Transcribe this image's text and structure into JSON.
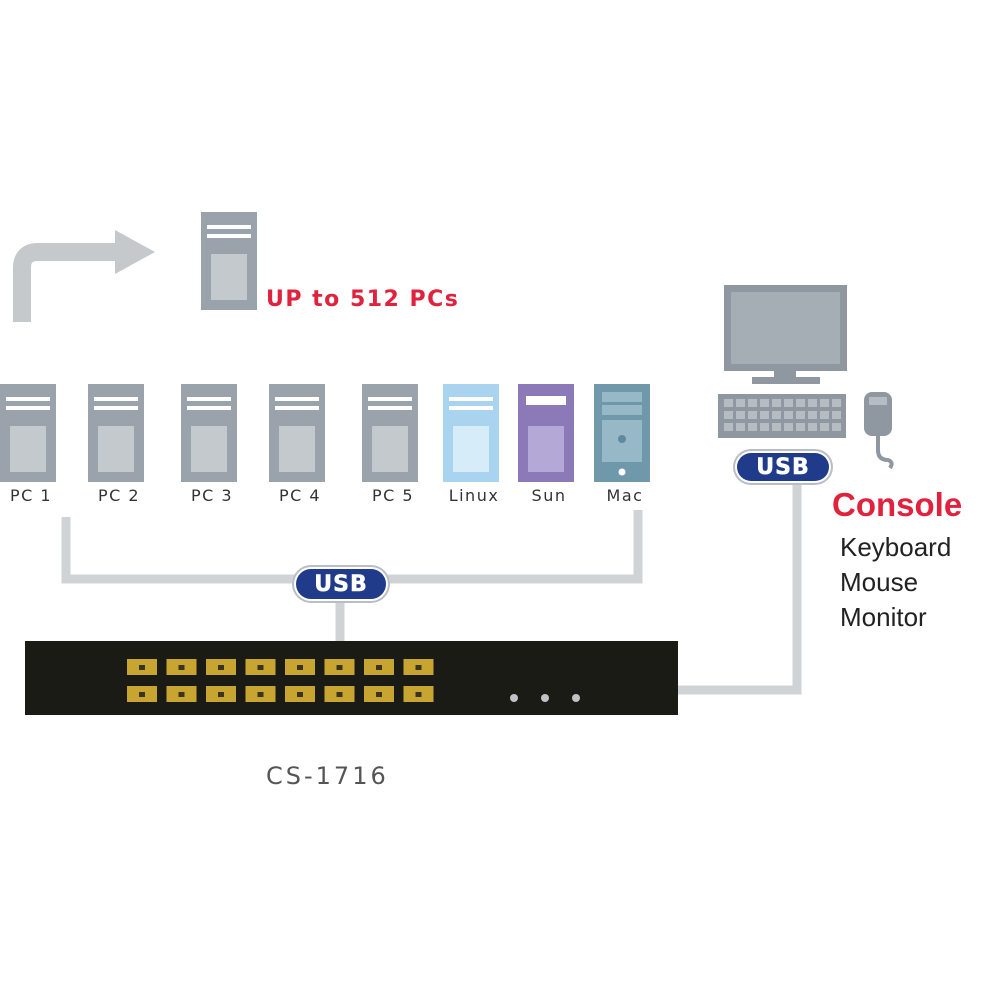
{
  "headline": "UP to 512 PCs",
  "computers": [
    {
      "label": "PC 1",
      "kind": "tower",
      "color": "#9aa3ab"
    },
    {
      "label": "PC 2",
      "kind": "tower",
      "color": "#9aa3ab"
    },
    {
      "label": "PC 3",
      "kind": "tower",
      "color": "#9aa3ab"
    },
    {
      "label": "PC 4",
      "kind": "tower",
      "color": "#9aa3ab"
    },
    {
      "label": "PC 5",
      "kind": "tower",
      "color": "#9aa3ab"
    },
    {
      "label": "Linux",
      "kind": "tower",
      "color": "#a9d3ee"
    },
    {
      "label": "Sun",
      "kind": "sun",
      "color": "#8b79b8"
    },
    {
      "label": "Mac",
      "kind": "mac",
      "color": "#6f98ab"
    }
  ],
  "usb_label": "USB",
  "console": {
    "title": "Console",
    "items": [
      "Keyboard",
      "Mouse",
      "Monitor"
    ]
  },
  "device": {
    "model": "CS-1716",
    "port_count": 16,
    "led_count": 3
  },
  "colors": {
    "accent_red": "#e0223d",
    "cable_gray": "#cfd3d6",
    "usb_blue": "#1f3b8a",
    "device_body": "#1b1b16",
    "port_gold": "#c8a531"
  }
}
